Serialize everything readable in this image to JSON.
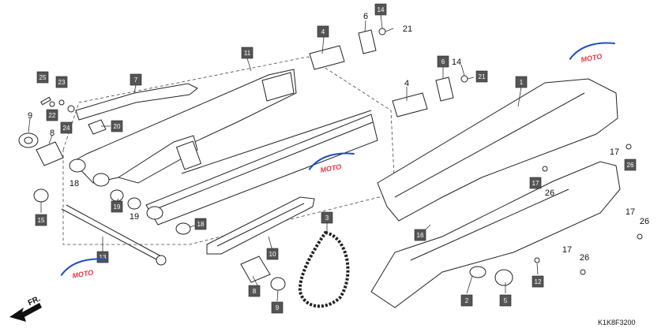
{
  "diagram_code": "K1K8F3200",
  "front_marker": "FR.",
  "watermark": {
    "brand": "MOTO",
    "color_text": "#e63946",
    "color_accent": "#1d4fbf"
  },
  "callouts": [
    {
      "id": "c1",
      "label": "1",
      "boxed": true
    },
    {
      "id": "c2",
      "label": "2",
      "boxed": true
    },
    {
      "id": "c3",
      "label": "3",
      "boxed": true
    },
    {
      "id": "c4a",
      "label": "4",
      "boxed": true
    },
    {
      "id": "c4b",
      "label": "4",
      "boxed": false
    },
    {
      "id": "c5",
      "label": "5",
      "boxed": true
    },
    {
      "id": "c6a",
      "label": "6",
      "boxed": false
    },
    {
      "id": "c6b",
      "label": "6",
      "boxed": true
    },
    {
      "id": "c7",
      "label": "7",
      "boxed": true
    },
    {
      "id": "c8a",
      "label": "8",
      "boxed": false
    },
    {
      "id": "c8b",
      "label": "8",
      "boxed": true
    },
    {
      "id": "c9a",
      "label": "9",
      "boxed": false
    },
    {
      "id": "c9b",
      "label": "9",
      "boxed": true
    },
    {
      "id": "c10",
      "label": "10",
      "boxed": true
    },
    {
      "id": "c11",
      "label": "11",
      "boxed": true
    },
    {
      "id": "c12",
      "label": "12",
      "boxed": true
    },
    {
      "id": "c13",
      "label": "13",
      "boxed": true
    },
    {
      "id": "c14a",
      "label": "14",
      "boxed": true
    },
    {
      "id": "c14b",
      "label": "14",
      "boxed": false
    },
    {
      "id": "c15",
      "label": "15",
      "boxed": true
    },
    {
      "id": "c16",
      "label": "16",
      "boxed": true
    },
    {
      "id": "c17a",
      "label": "17",
      "boxed": false
    },
    {
      "id": "c17b",
      "label": "17",
      "boxed": true
    },
    {
      "id": "c17c",
      "label": "17",
      "boxed": false
    },
    {
      "id": "c17d",
      "label": "17",
      "boxed": false
    },
    {
      "id": "c18a",
      "label": "18",
      "boxed": false
    },
    {
      "id": "c18b",
      "label": "18",
      "boxed": true
    },
    {
      "id": "c19a",
      "label": "19",
      "boxed": true
    },
    {
      "id": "c19b",
      "label": "19",
      "boxed": false
    },
    {
      "id": "c20",
      "label": "20",
      "boxed": true
    },
    {
      "id": "c21a",
      "label": "21",
      "boxed": false
    },
    {
      "id": "c21b",
      "label": "21",
      "boxed": true
    },
    {
      "id": "c22",
      "label": "22",
      "boxed": true
    },
    {
      "id": "c23",
      "label": "23",
      "boxed": true
    },
    {
      "id": "c24",
      "label": "24",
      "boxed": true
    },
    {
      "id": "c25",
      "label": "25",
      "boxed": true
    },
    {
      "id": "c26a",
      "label": "26",
      "boxed": true
    },
    {
      "id": "c26b",
      "label": "26",
      "boxed": false
    },
    {
      "id": "c26c",
      "label": "26",
      "boxed": false
    },
    {
      "id": "c26d",
      "label": "26",
      "boxed": false
    }
  ]
}
